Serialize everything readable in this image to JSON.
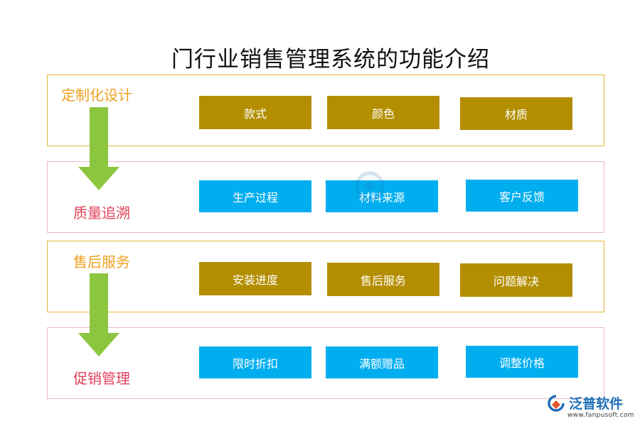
{
  "title": "门行业销售管理系统的功能介绍",
  "sections": [
    {
      "label": "定制化设计",
      "items": [
        "款式",
        "颜色",
        "材质"
      ]
    },
    {
      "label": "质量追溯",
      "items": [
        "生产过程",
        "材料来源",
        "客户反馈"
      ]
    },
    {
      "label": "售后服务",
      "items": [
        "安装进度",
        "售后服务",
        "问题解决"
      ]
    },
    {
      "label": "促销管理",
      "items": [
        "限时折扣",
        "满额赠品",
        "调整价格"
      ]
    }
  ],
  "logo": {
    "name": "泛普软件",
    "url": "www.fanpusoft.com"
  },
  "colors": {
    "gold_box": "#b38e00",
    "blue_box": "#00aeef",
    "arrow": "#8cc63f",
    "label_orange": "#f0a020",
    "label_red": "#e0405a",
    "logo_blue": "#1f6fb6"
  }
}
